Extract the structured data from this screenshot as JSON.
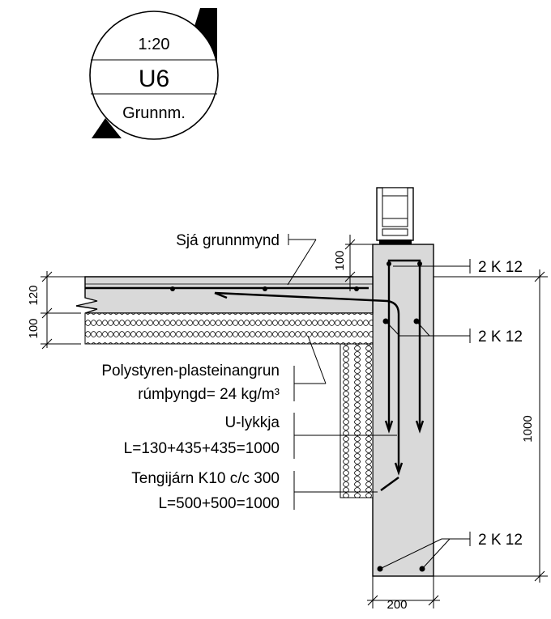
{
  "badge": {
    "scale": "1:20",
    "code": "U6",
    "sheet": "Grunnm."
  },
  "labels": {
    "see_plan": "Sjá grunnmynd",
    "insulation_line1": "Polystyren-plasteinangrun",
    "insulation_line2": "rúmþyngd= 24 kg/m³",
    "ubar_line1": "U-lykkja",
    "ubar_line2": "L=130+435+435=1000",
    "tie_line1": "Tengijárn K10 c/c 300",
    "tie_line2": "L=500+500=1000",
    "rebar_top": "2 K 12",
    "rebar_mid": "2 K 12",
    "rebar_bottom": "2 K 12"
  },
  "dimensions": {
    "slab_top": "120",
    "insulation": "100",
    "wall_top": "100",
    "wall_height": "1000",
    "wall_width": "200"
  },
  "colors": {
    "concrete": "#d9d9d9",
    "line": "#000000"
  }
}
